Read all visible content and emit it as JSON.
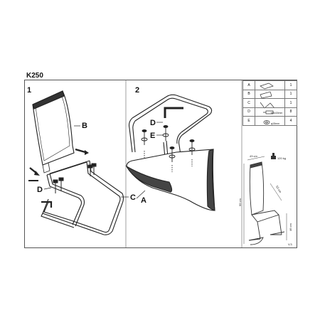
{
  "model": "K250",
  "steps": [
    {
      "number": "1"
    },
    {
      "number": "2"
    }
  ],
  "labels": {
    "a": "A",
    "b": "B",
    "c": "C",
    "d_step1": "D",
    "d_step2": "D",
    "e": "E"
  },
  "parts_table": [
    {
      "letter": "A",
      "icon": "seat-icon",
      "qty": "1",
      "spec": ""
    },
    {
      "letter": "B",
      "icon": "backrest-icon",
      "qty": "1",
      "spec": ""
    },
    {
      "letter": "C",
      "icon": "frame-icon",
      "qty": "1",
      "spec": ""
    },
    {
      "letter": "D",
      "icon": "bolt-icon",
      "qty": "8",
      "spec": "M6x15mm"
    },
    {
      "letter": "E",
      "icon": "washer-icon",
      "qty": "4",
      "spec": "φ15mm"
    }
  ],
  "dimensions": {
    "width": "43 cm",
    "depth": "53 cm",
    "height": "99 cm",
    "seat_height": "46 cm",
    "max_load": "120 kg"
  },
  "version": "V.3"
}
